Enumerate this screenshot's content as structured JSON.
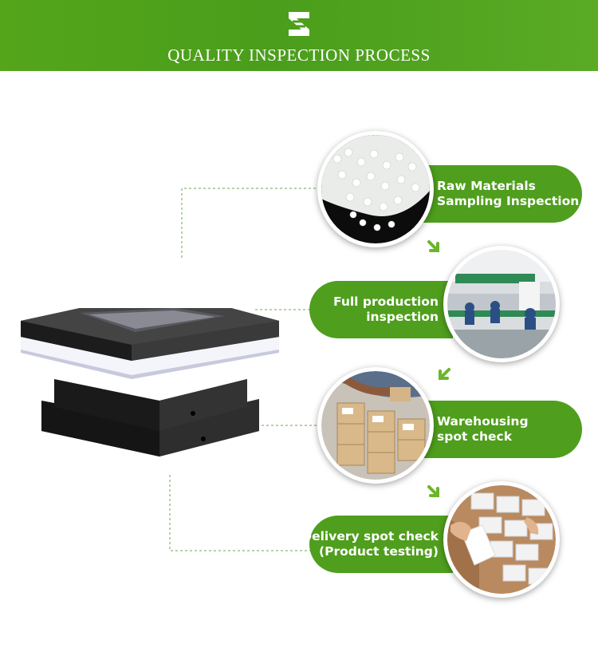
{
  "header": {
    "title": "QUALITY INSPECTION PROCESS",
    "background": "#4f9e1d"
  },
  "icons": {
    "logo": "sz-logo-icon",
    "arrow": "arrow-down-right-icon"
  },
  "accent_color": "#4f9e1d",
  "steps": [
    {
      "line1": "Raw Materials",
      "line2": "Sampling Inspection"
    },
    {
      "line1": "Full production",
      "line2": "inspection"
    },
    {
      "line1": "Warehousing",
      "line2": "spot check"
    },
    {
      "line1": "Delivery spot check",
      "line2": "(Product testing)"
    }
  ]
}
